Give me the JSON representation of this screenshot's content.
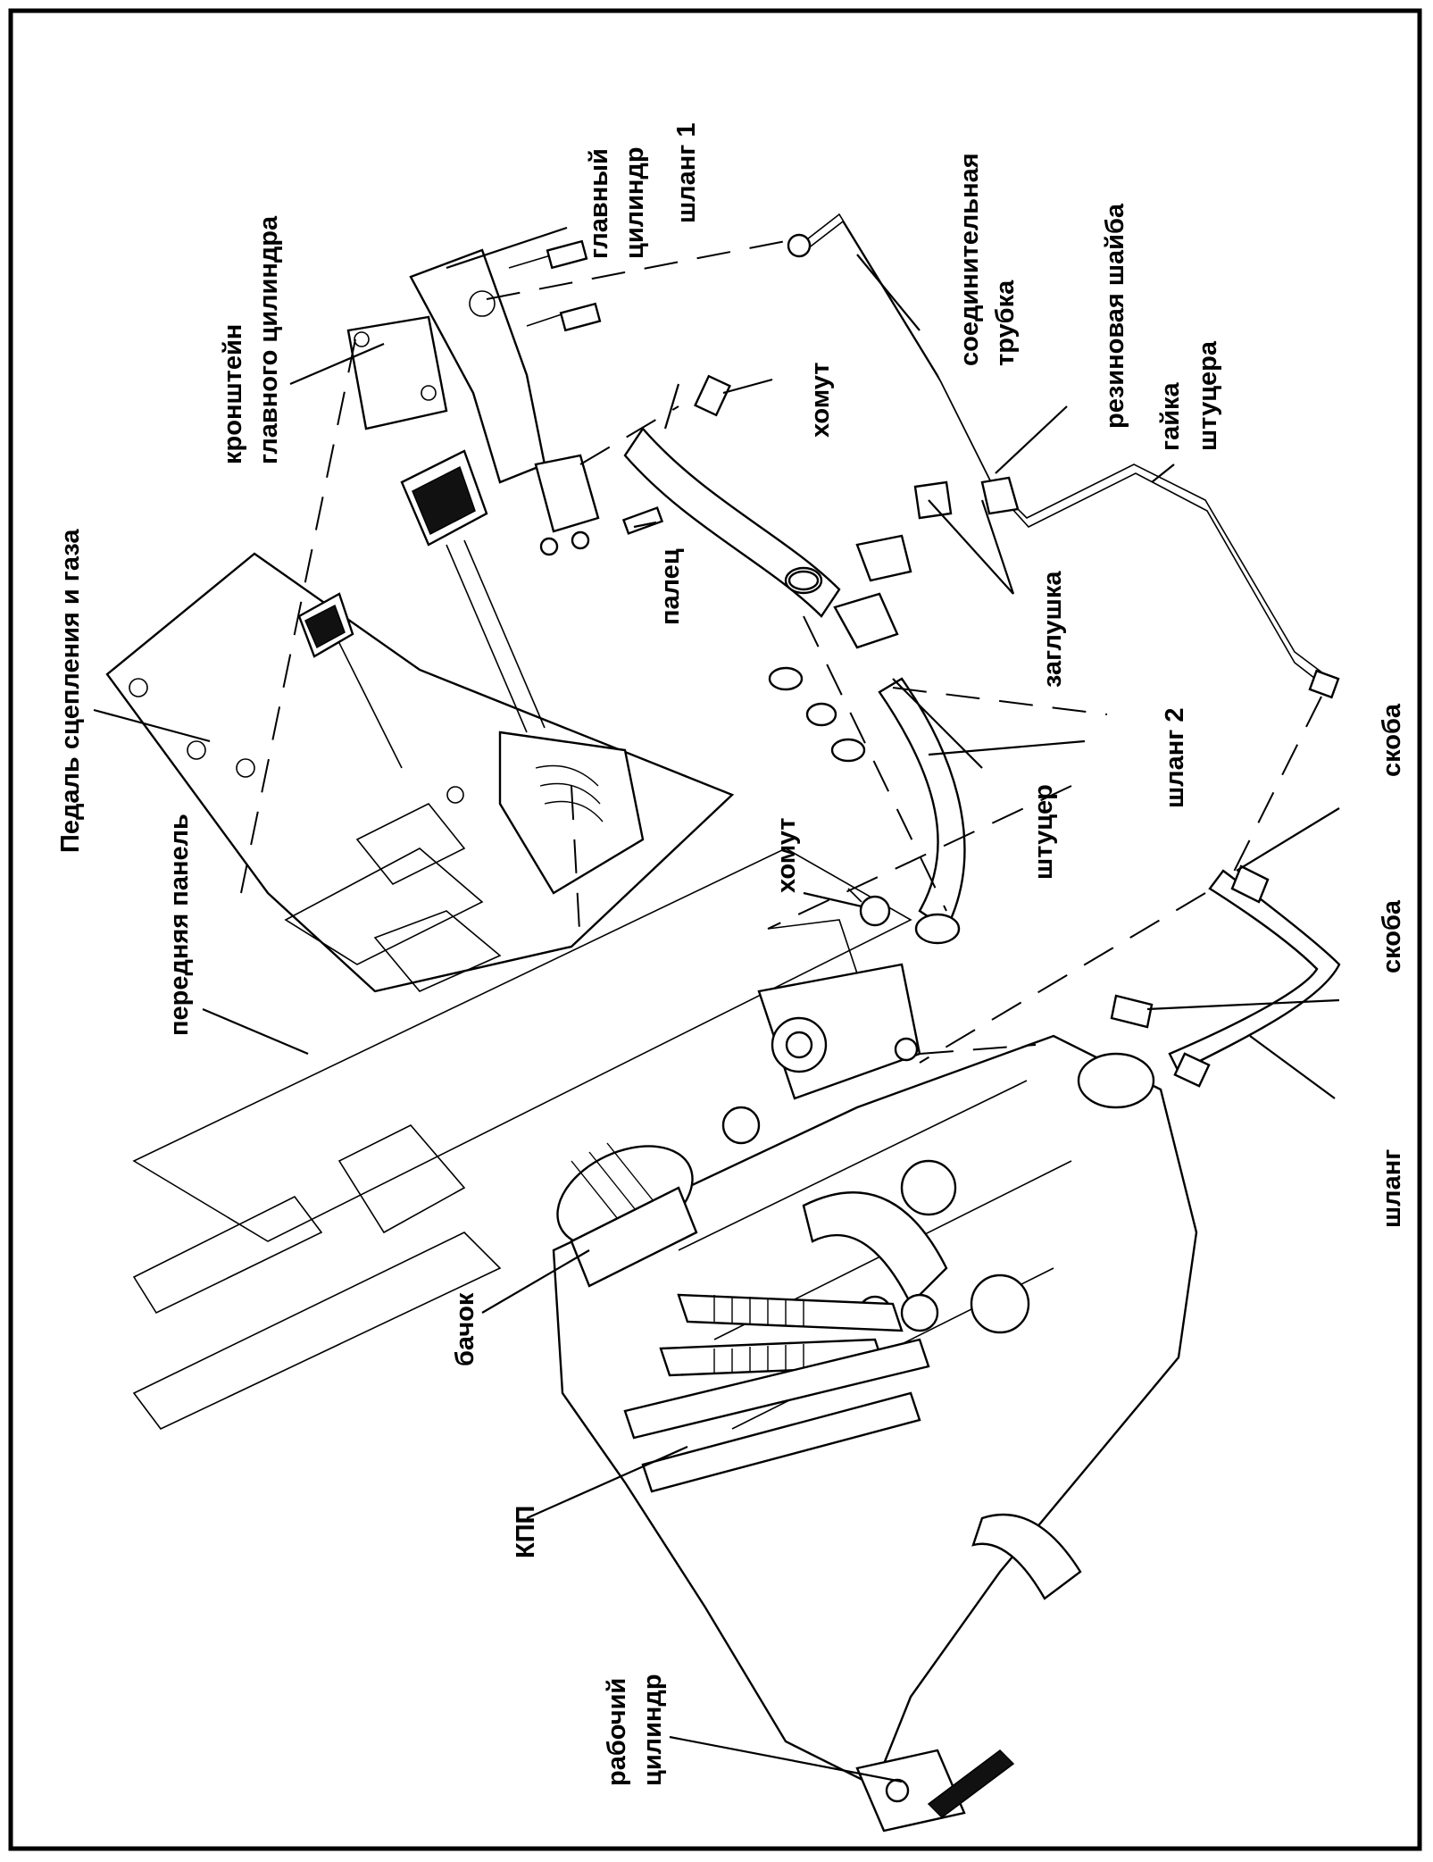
{
  "labels": {
    "front_panel": "передняя панель",
    "pedal": "Педаль сцепления и газа",
    "bracket_line1": "кронштейн",
    "bracket_line2": "главного цилиндра",
    "master_line1": "главный",
    "master_line2": "цилиндр",
    "hose1": "шланг 1",
    "connecting_line1": "соединительная",
    "connecting_line2": "трубка",
    "rubber_washer": "резиновая шайба",
    "nut_line1": "гайка",
    "nut_line2": "штуцера",
    "clamp_top": "хомут",
    "pin": "палец",
    "plug": "заглушка",
    "hose2": "шланг 2",
    "fitting": "штуцер",
    "clamp_mid": "хомут",
    "bracket_top": "скоба",
    "bracket_bottom": "скоба",
    "hose": "шланг",
    "reservoir": "бачок",
    "gearbox": "КПП",
    "slave_line1": "рабочий",
    "slave_line2": "цилиндр"
  }
}
